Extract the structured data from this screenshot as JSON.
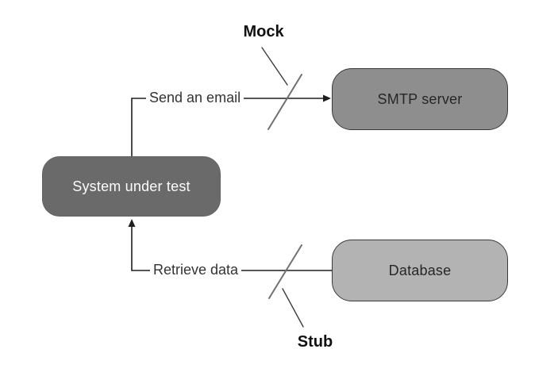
{
  "diagram": {
    "nodes": {
      "system_under_test": {
        "label": "System under test"
      },
      "smtp_server": {
        "label": "SMTP server"
      },
      "database": {
        "label": "Database"
      }
    },
    "edges": {
      "send_email": {
        "label": "Send an email",
        "from": "System under test",
        "to": "SMTP server",
        "crossed_by": "Mock"
      },
      "retrieve_data": {
        "label": "Retrieve data",
        "from": "Database",
        "to": "System under test",
        "crossed_by": "Stub"
      }
    },
    "annotations": {
      "mock": {
        "label": "Mock"
      },
      "stub": {
        "label": "Stub"
      }
    },
    "colors": {
      "background": "#ffffff",
      "sut_fill": "#6a6a6a",
      "sut_text": "#fcfcfc",
      "sut_border": "#616161",
      "smtp_fill": "#8e8e8e",
      "database_fill": "#b3b3b3",
      "box_border": "#3a3a3a",
      "node_text": "#262626",
      "line": "#1f1f1f",
      "slash": "#707070",
      "leader": "#3c3c3c",
      "label_text": "#333333",
      "annotation_text": "#111111"
    }
  }
}
